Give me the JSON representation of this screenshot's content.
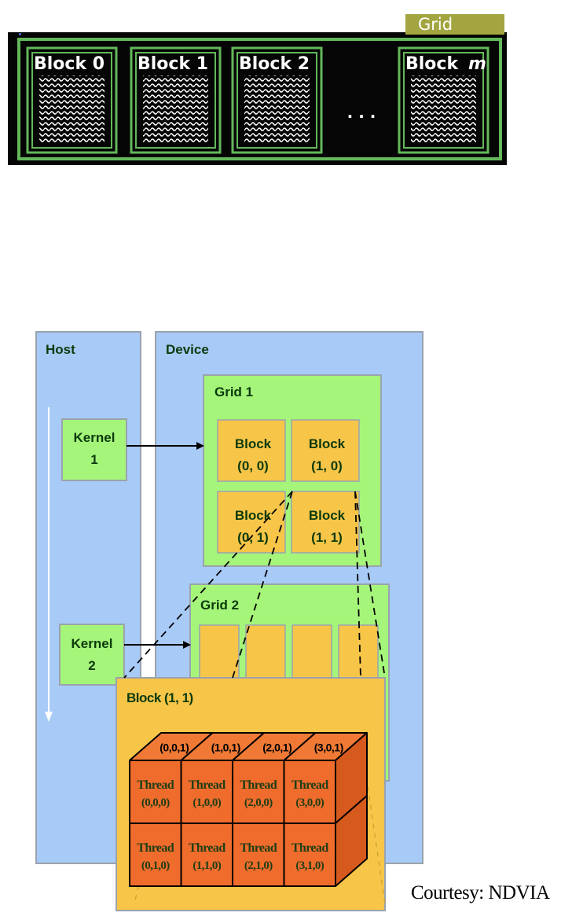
{
  "top_grid": {
    "label": "Grid",
    "blocks": [
      "Block 0",
      "Block 1",
      "Block 2",
      "Block "
    ],
    "last_block_var": "m",
    "ellipsis": ". . ."
  },
  "diagram": {
    "host_label": "Host",
    "device_label": "Device",
    "kernel1": [
      "Kernel",
      "1"
    ],
    "kernel2": [
      "Kernel",
      "2"
    ],
    "grid1_label": "Grid 1",
    "grid2_label": "Grid 2",
    "grid1_blocks": [
      [
        "Block",
        "(0, 0)"
      ],
      [
        "Block",
        "(1, 0)"
      ],
      [
        "Block",
        "(0, 1)"
      ],
      [
        "Block",
        "(1, 1)"
      ]
    ],
    "block_detail_label": "Block (1, 1)",
    "top_threads": [
      "(0,0,1)",
      "(1,0,1)",
      "(2,0,1)",
      "(3,0,1)"
    ],
    "thread_word": "Thread",
    "front_threads_row0": [
      "(0,0,0)",
      "(1,0,0)",
      "(2,0,0)",
      "(3,0,0)"
    ],
    "front_threads_row1": [
      "(0,1,0)",
      "(1,1,0)",
      "(2,1,0)",
      "(3,1,0)"
    ]
  },
  "courtesy": "Courtesy: NDVIA",
  "colors": {
    "host_device_bg": "#a8caf7",
    "grid_bg": "#a5f57a",
    "block_bg": "#f7c548",
    "thread_front": "#ef6c2c",
    "thread_top": "#f07a35",
    "thread_side": "#d65a1e",
    "label_green": "#0c3a0c",
    "top_grid_frame": "#63b85a",
    "top_grid_label_bg": "#a3a640"
  }
}
